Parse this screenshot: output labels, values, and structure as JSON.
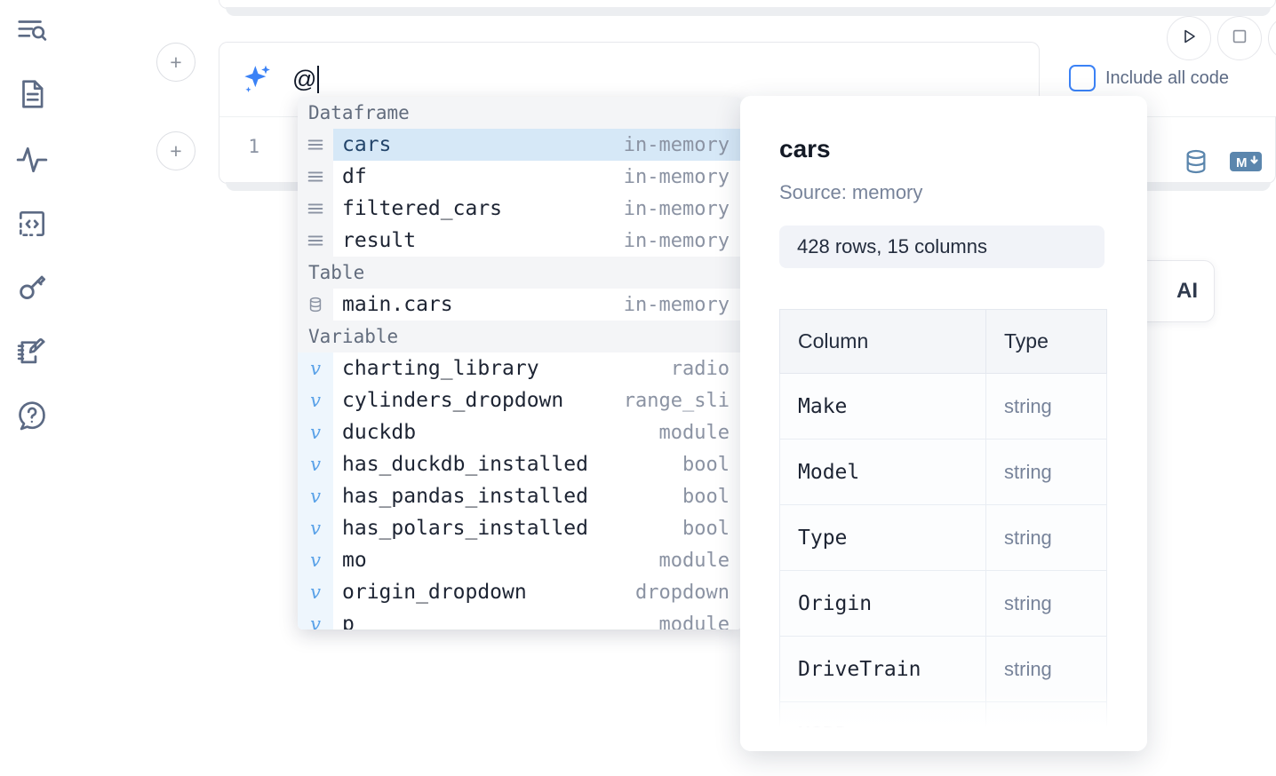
{
  "sidebar": {
    "items": [
      {
        "name": "outline-search-icon",
        "label": "Explore"
      },
      {
        "name": "document-icon",
        "label": "Notebook files"
      },
      {
        "name": "activity-pulse-icon",
        "label": "Activity"
      },
      {
        "name": "code-brackets-icon",
        "label": "Snippets"
      },
      {
        "name": "key-icon",
        "label": "Secrets"
      },
      {
        "name": "notebook-pencil-icon",
        "label": "Scratchpad"
      },
      {
        "name": "help-chat-icon",
        "label": "Help"
      }
    ]
  },
  "toolbar": {
    "run_label": "Run",
    "stop_label": "Stop",
    "include_all_code_label": "Include all code",
    "include_all_code_checked": false,
    "accent_color": "#3b82f6"
  },
  "ai_prompt": {
    "value": "@",
    "icon": "sparkle-icon",
    "icon_color": "#3b82f6"
  },
  "cell": {
    "line_number": "1",
    "sql_icon": "database-icon",
    "markdown_icon": "markdown-icon",
    "icon_color": "#5b86ad",
    "add_button_label": "+"
  },
  "ai_pill": {
    "label": "AI"
  },
  "autocomplete": {
    "groups": [
      {
        "header": "Dataframe",
        "icon": "dataframe-lines-icon",
        "items": [
          {
            "name": "cars",
            "type": "in-memory",
            "selected": true
          },
          {
            "name": "df",
            "type": "in-memory",
            "selected": false
          },
          {
            "name": "filtered_cars",
            "type": "in-memory",
            "selected": false
          },
          {
            "name": "result",
            "type": "in-memory",
            "selected": false
          }
        ]
      },
      {
        "header": "Table",
        "icon": "database-icon",
        "items": [
          {
            "name": "main.cars",
            "type": "in-memory",
            "selected": false
          }
        ]
      },
      {
        "header": "Variable",
        "icon": "variable-icon",
        "items": [
          {
            "name": "charting_library",
            "type": "radio",
            "selected": false
          },
          {
            "name": "cylinders_dropdown",
            "type": "range_sli",
            "selected": false
          },
          {
            "name": "duckdb",
            "type": "module",
            "selected": false
          },
          {
            "name": "has_duckdb_installed",
            "type": "bool",
            "selected": false
          },
          {
            "name": "has_pandas_installed",
            "type": "bool",
            "selected": false
          },
          {
            "name": "has_polars_installed",
            "type": "bool",
            "selected": false
          },
          {
            "name": "mo",
            "type": "module",
            "selected": false
          },
          {
            "name": "origin_dropdown",
            "type": "dropdown",
            "selected": false
          },
          {
            "name": "p",
            "type": "module",
            "selected": false
          }
        ]
      }
    ]
  },
  "documentation": {
    "title": "cars",
    "source": "Source: memory",
    "shape": "428 rows, 15 columns",
    "table": {
      "headers": [
        "Column",
        "Type"
      ],
      "rows": [
        {
          "column": "Make",
          "type": "string"
        },
        {
          "column": "Model",
          "type": "string"
        },
        {
          "column": "Type",
          "type": "string"
        },
        {
          "column": "Origin",
          "type": "string"
        },
        {
          "column": "DriveTrain",
          "type": "string"
        },
        {
          "column": "MSRP",
          "type": "number"
        }
      ]
    }
  }
}
